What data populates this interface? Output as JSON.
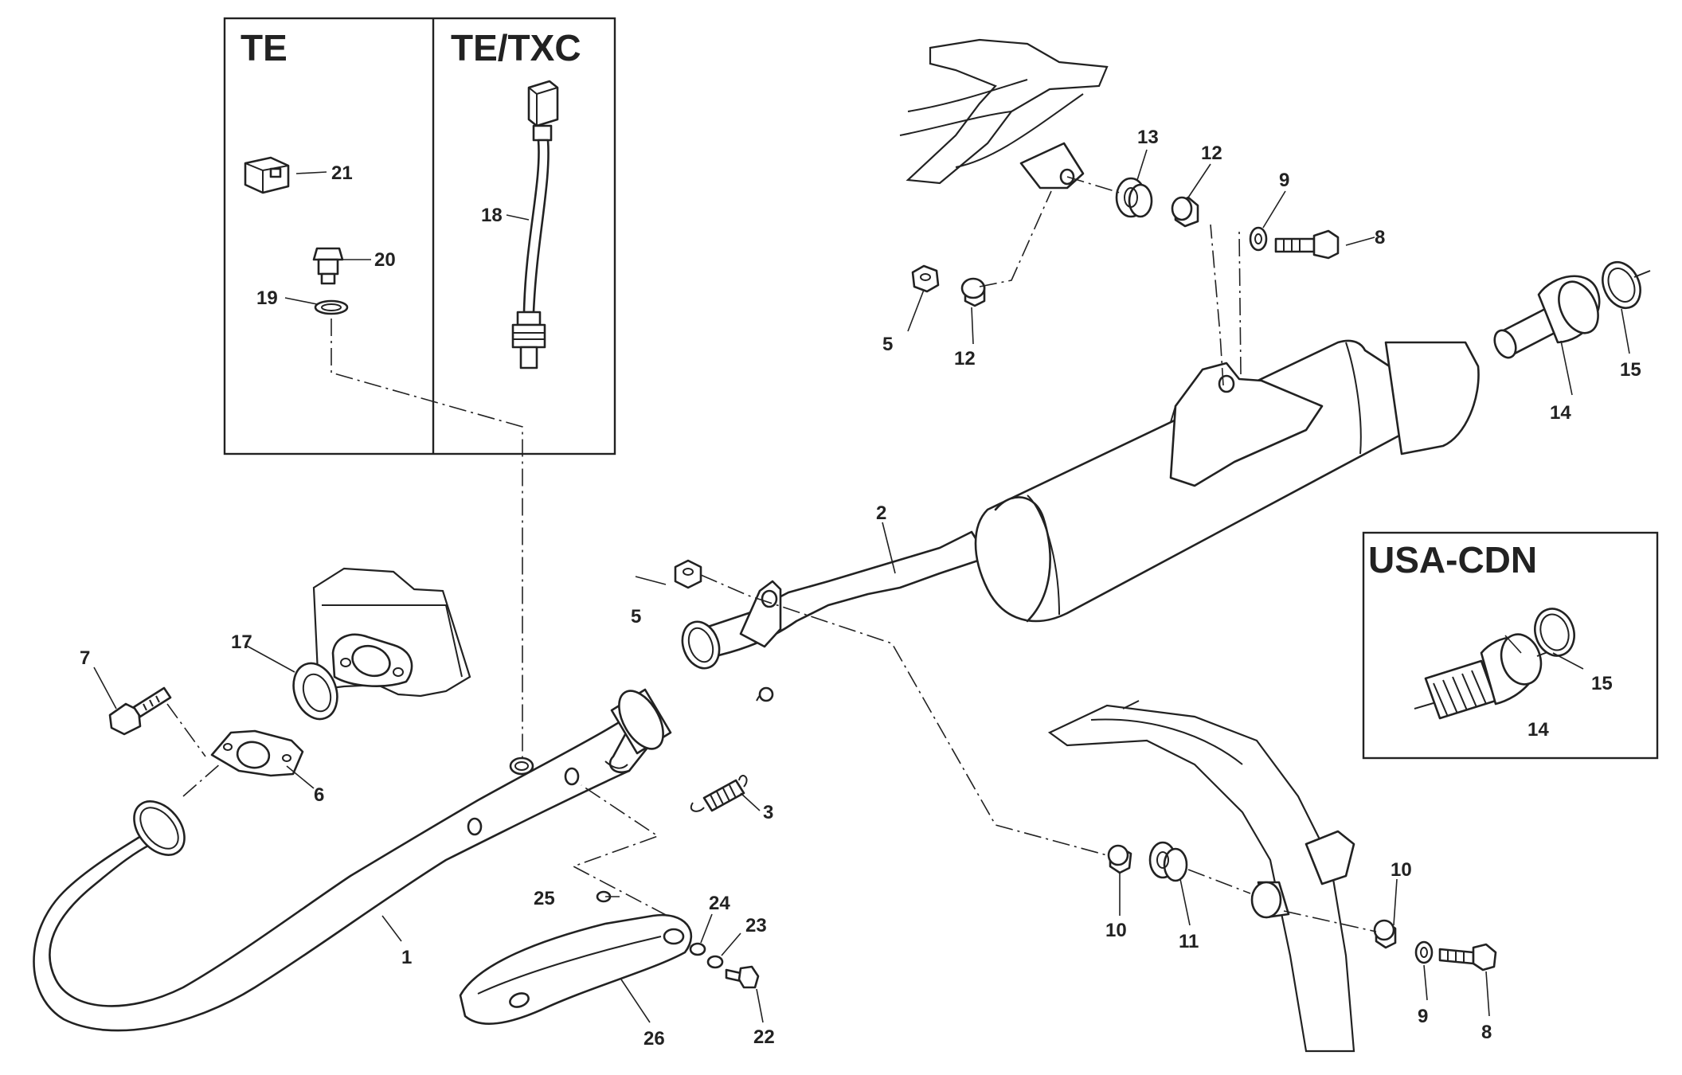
{
  "boxes": {
    "te": "TE",
    "te_txc": "TE/TXC",
    "usa_cdn": "USA-CDN"
  },
  "callouts": {
    "c1": "1",
    "c2": "2",
    "c3": "3",
    "c5a": "5",
    "c5b": "5",
    "c6": "6",
    "c7": "7",
    "c8a": "8",
    "c8b": "8",
    "c9a": "9",
    "c9b": "9",
    "c10a": "10",
    "c10b": "10",
    "c11": "11",
    "c12a": "12",
    "c12b": "12",
    "c13": "13",
    "c14a": "14",
    "c14b": "14",
    "c15a": "15",
    "c15b": "15",
    "c17": "17",
    "c18": "18",
    "c19": "19",
    "c20": "20",
    "c21": "21",
    "c22": "22",
    "c23": "23",
    "c24": "24",
    "c25": "25",
    "c26": "26"
  }
}
